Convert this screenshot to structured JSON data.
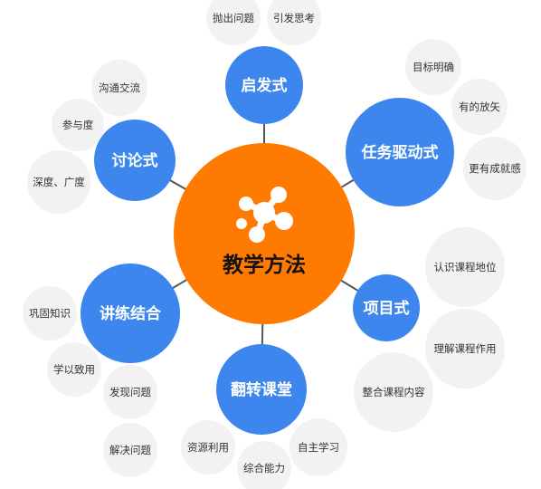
{
  "colors": {
    "center": "#FF7A00",
    "branch": "#3D86EE",
    "leaf": "#F2F2F2",
    "line": "#555555",
    "leaf_text": "#333333"
  },
  "center": {
    "label": "教学方法",
    "icon": "molecule-icon"
  },
  "branches": [
    {
      "id": "qifashi",
      "label": "启发式",
      "leaves": [
        "抛出问题",
        "引发思考"
      ]
    },
    {
      "id": "renwuqudongshi",
      "label": "任务驱动式",
      "leaves": [
        "目标明确",
        "有的放矢",
        "更有成就感"
      ]
    },
    {
      "id": "xiangmushi",
      "label": "项目式",
      "leaves": [
        "认识课程地位",
        "理解课程作用",
        "整合课程内容"
      ]
    },
    {
      "id": "fanzhuanketang",
      "label": "翻转课堂",
      "leaves": [
        "资源利用",
        "综合能力",
        "自主学习"
      ]
    },
    {
      "id": "jianglianjiehe",
      "label": "讲练结合",
      "leaves": [
        "巩固知识",
        "学以致用",
        "发现问题",
        "解决问题"
      ]
    },
    {
      "id": "taolunshi",
      "label": "讨论式",
      "leaves": [
        "沟通交流",
        "参与度",
        "深度、广度"
      ]
    }
  ]
}
